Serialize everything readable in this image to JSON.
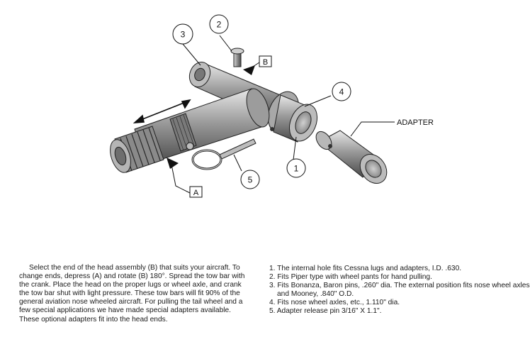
{
  "callouts": {
    "c1": "1",
    "c2": "2",
    "c3": "3",
    "c4": "4",
    "c5": "5",
    "box_a": "A",
    "box_b": "B",
    "adapter": "ADAPTER"
  },
  "description": "Select the end of the head assembly (B) that suits your aircraft. To change ends, depress (A) and rotate (B) 180°. Spread the tow bar with the crank. Place the head on the proper lugs or wheel axle, and crank the tow bar shut with light pressure. These tow bars will fit 90% of the general aviation nose wheeled aircraft. For pulling the tail wheel and a few special applications we have made special adapters available. These optional adapters fit into the head ends.",
  "notes": [
    "1. The internal hole fits Cessna lugs and adapters, I.D. .630.",
    "2. Fits Piper type with wheel pants for hand pulling.",
    "3. Fits Bonanza, Baron pins, .260\" dia. The external position fits nose wheel axles and Mooney, .840\" O.D.",
    "4. Fits nose wheel axles, etc., 1.110\" dia.",
    "5. Adapter release pin 3/16\" X 1.1\"."
  ]
}
